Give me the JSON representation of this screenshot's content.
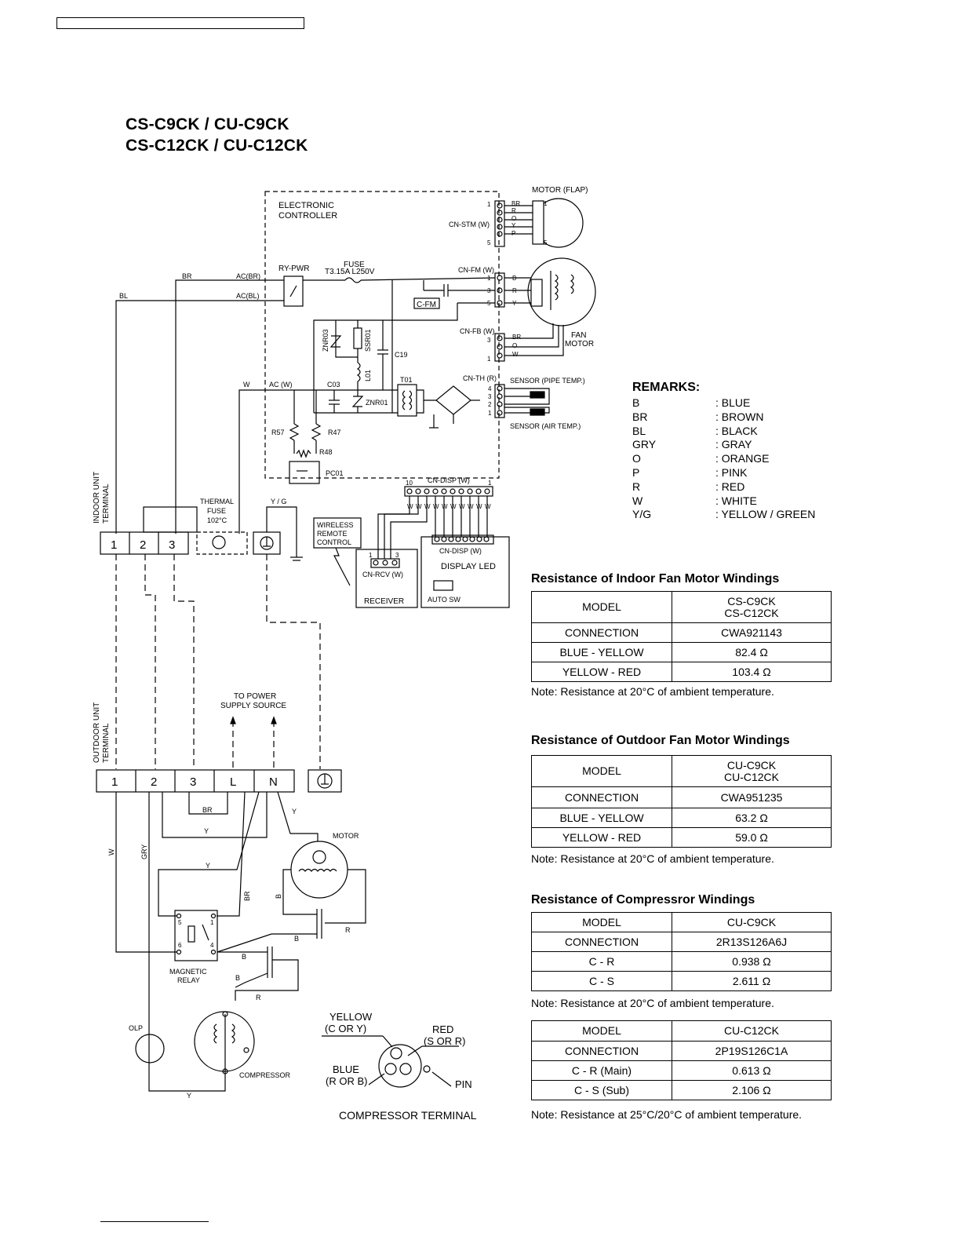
{
  "titles": [
    "CS-C9CK / CU-C9CK",
    "CS-C12CK / CU-C12CK"
  ],
  "diagram": {
    "electronic_controller": [
      "ELECTRONIC",
      "CONTROLLER"
    ],
    "motor_flap": "MOTOR (FLAP)",
    "cn_stm": "CN-STM (W)",
    "stm_pins": [
      "BR",
      "R",
      "O",
      "Y",
      "P"
    ],
    "pin_1": "1",
    "pin_5": "5",
    "fuse": "FUSE",
    "fuse_rating": "T3.15A   L250V",
    "ry_pwr": "RY-PWR",
    "cn_fm": "CN-FM (W)",
    "fm_pins": [
      "B",
      "R",
      "Y"
    ],
    "fm_nums": [
      "1",
      "3",
      "5"
    ],
    "c_fm": "C-FM",
    "cn_fb": "CN-FB (W)",
    "fb_pins": [
      "BR",
      "O",
      "W"
    ],
    "fb_nums": [
      "3",
      "1"
    ],
    "fan_motor": [
      "FAN",
      "MOTOR"
    ],
    "znr03": "ZNR03",
    "ssr01": "SSR01",
    "c19": "C19",
    "l01": "L01",
    "cn_th": "CN-TH (R)",
    "th_nums": [
      "4",
      "3",
      "2",
      "1"
    ],
    "sensor_pipe": "SENSOR (PIPE TEMP.)",
    "sensor_air": "SENSOR (AIR TEMP.)",
    "br": "BR",
    "bl": "BL",
    "ac_br": "AC(BR)",
    "ac_bl": "AC(BL)",
    "w": "W",
    "ac_w": "AC (W)",
    "c03": "C03",
    "t01": "T01",
    "znr01": "ZNR01",
    "r57": "R57",
    "r47": "R47",
    "r48": "R48",
    "pc01": "PC01",
    "cn_disp": "CN-DISP (W)",
    "disp_nums": [
      "10",
      "1"
    ],
    "disp_pins": [
      "W",
      "W",
      "W",
      "W",
      "W",
      "W",
      "W",
      "W",
      "W",
      "W"
    ],
    "indoor_terminal": [
      "INDOOR UNIT",
      "TERMINAL"
    ],
    "thermal_fuse": [
      "THERMAL",
      "FUSE",
      "102°C"
    ],
    "yg": "Y / G",
    "indoor_terms": [
      "1",
      "2",
      "3"
    ],
    "wireless": [
      "WIRELESS",
      "REMOTE",
      "CONTROL"
    ],
    "rcv_nums": [
      "1",
      "3"
    ],
    "cn_rcv": "CN-RCV (W)",
    "receiver": "RECEIVER",
    "cn_disp2": "CN-DISP (W)",
    "display_led": "DISPLAY LED",
    "auto_sw": "AUTO SW",
    "to_power": [
      "TO POWER",
      "SUPPLY SOURCE"
    ],
    "outdoor_terminal": [
      "OUTDOOR UNIT",
      "TERMINAL"
    ],
    "outdoor_terms": [
      "1",
      "2",
      "3",
      "L",
      "N"
    ],
    "y": "Y",
    "b": "B",
    "r": "R",
    "gry": "GRY",
    "motor": "MOTOR",
    "relay_nums": [
      "5",
      "1",
      "6",
      "4"
    ],
    "magnetic_relay": [
      "MAGNETIC",
      "RELAY"
    ],
    "olp": "OLP",
    "compressor": "COMPRESSOR",
    "comp_yellow": [
      "YELLOW",
      "(C OR Y)"
    ],
    "comp_red": [
      "RED",
      "(S OR R)"
    ],
    "comp_blue": [
      "BLUE",
      "(R OR B)"
    ],
    "pin": "PIN",
    "compressor_terminal": "COMPRESSOR TERMINAL"
  },
  "remarks": {
    "heading": "REMARKS:",
    "items": [
      {
        "code": "B",
        "meaning": ": BLUE"
      },
      {
        "code": "BR",
        "meaning": ": BROWN"
      },
      {
        "code": "BL",
        "meaning": ": BLACK"
      },
      {
        "code": "GRY",
        "meaning": ": GRAY"
      },
      {
        "code": "O",
        "meaning": ": ORANGE"
      },
      {
        "code": "P",
        "meaning": ": PINK"
      },
      {
        "code": "R",
        "meaning": ": RED"
      },
      {
        "code": "W",
        "meaning": ": WHITE"
      },
      {
        "code": "Y/G",
        "meaning": ": YELLOW / GREEN"
      }
    ]
  },
  "tables": [
    {
      "title": "Resistance of Indoor Fan Motor Windings",
      "rows": [
        {
          "label": "MODEL",
          "value_lines": [
            "CS-C9CK",
            "CS-C12CK"
          ]
        },
        {
          "label": "CONNECTION",
          "value_lines": [
            "CWA921143"
          ]
        },
        {
          "label": "BLUE - YELLOW",
          "value_lines": [
            "82.4 Ω"
          ]
        },
        {
          "label": "YELLOW - RED",
          "value_lines": [
            "103.4 Ω"
          ]
        }
      ],
      "note": "Note: Resistance at 20°C of ambient temperature."
    },
    {
      "title": "Resistance of Outdoor Fan Motor Windings",
      "rows": [
        {
          "label": "MODEL",
          "value_lines": [
            "CU-C9CK",
            "CU-C12CK"
          ]
        },
        {
          "label": "CONNECTION",
          "value_lines": [
            "CWA951235"
          ]
        },
        {
          "label": "BLUE - YELLOW",
          "value_lines": [
            "63.2 Ω"
          ]
        },
        {
          "label": "YELLOW - RED",
          "value_lines": [
            "59.0 Ω"
          ]
        }
      ],
      "note": "Note: Resistance at 20°C of ambient temperature."
    },
    {
      "title": "Resistance of Compressror Windings",
      "rows": [
        {
          "label": "MODEL",
          "value_lines": [
            "CU-C9CK"
          ]
        },
        {
          "label": "CONNECTION",
          "value_lines": [
            "2R13S126A6J"
          ]
        },
        {
          "label": "C - R",
          "value_lines": [
            "0.938 Ω"
          ]
        },
        {
          "label": "C - S",
          "value_lines": [
            "2.611 Ω"
          ]
        }
      ],
      "note": "Note: Resistance at 20°C of ambient temperature."
    },
    {
      "title": "",
      "rows": [
        {
          "label": "MODEL",
          "value_lines": [
            "CU-C12CK"
          ]
        },
        {
          "label": "CONNECTION",
          "value_lines": [
            "2P19S126C1A"
          ]
        },
        {
          "label": "C - R (Main)",
          "value_lines": [
            "0.613 Ω"
          ]
        },
        {
          "label": "C - S (Sub)",
          "value_lines": [
            "2.106 Ω"
          ]
        }
      ],
      "note": "Note: Resistance at 25°C/20°C of ambient temperature."
    }
  ]
}
